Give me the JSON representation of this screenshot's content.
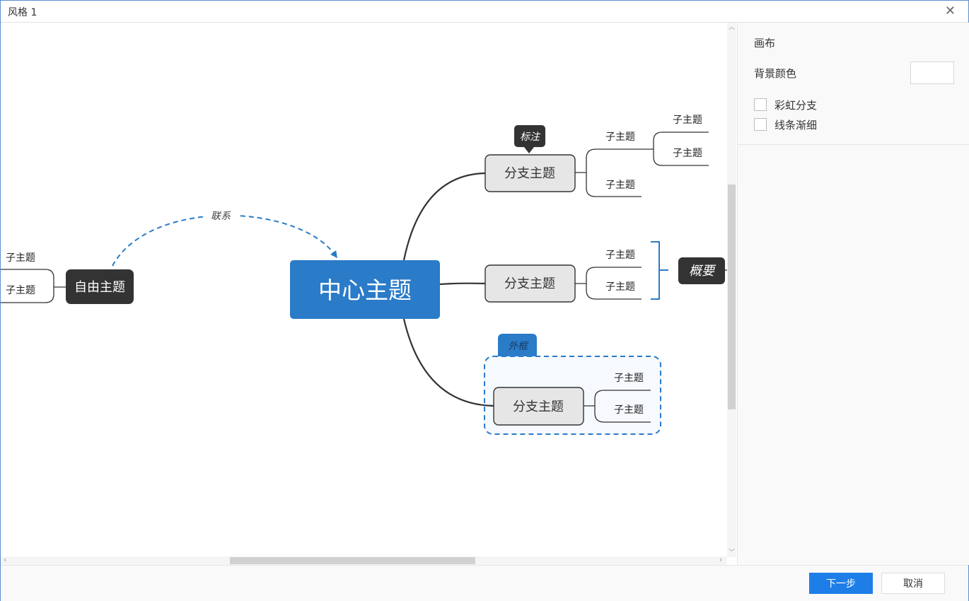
{
  "window": {
    "title": "风格 1"
  },
  "colors": {
    "accent": "#2a7bc8",
    "dark_node": "#333333",
    "branch_fill": "#e6e6e6",
    "button": "#1e7ee8"
  },
  "mindmap": {
    "central": "中心主题",
    "free_topic": "自由主题",
    "relation_label": "联系",
    "callout": "标注",
    "summary": "概要",
    "boundary_label": "外框",
    "branches": [
      "分支主题",
      "分支主题",
      "分支主题"
    ],
    "branch1_children": [
      "子主题",
      "子主题"
    ],
    "branch1_grandchildren": [
      "子主题",
      "子主题"
    ],
    "branch2_children": [
      "子主题",
      "子主题"
    ],
    "branch3_children": [
      "子主题",
      "子主题"
    ],
    "free_children": [
      "子主题",
      "子主题"
    ]
  },
  "panel": {
    "heading": "画布",
    "background_color_label": "背景颜色",
    "background_color_value": "#ffffff",
    "rainbow_branch_label": "彩虹分支",
    "rainbow_branch_checked": false,
    "taper_lines_label": "线条渐细",
    "taper_lines_checked": false
  },
  "footer": {
    "next_label": "下一步",
    "cancel_label": "取消"
  }
}
